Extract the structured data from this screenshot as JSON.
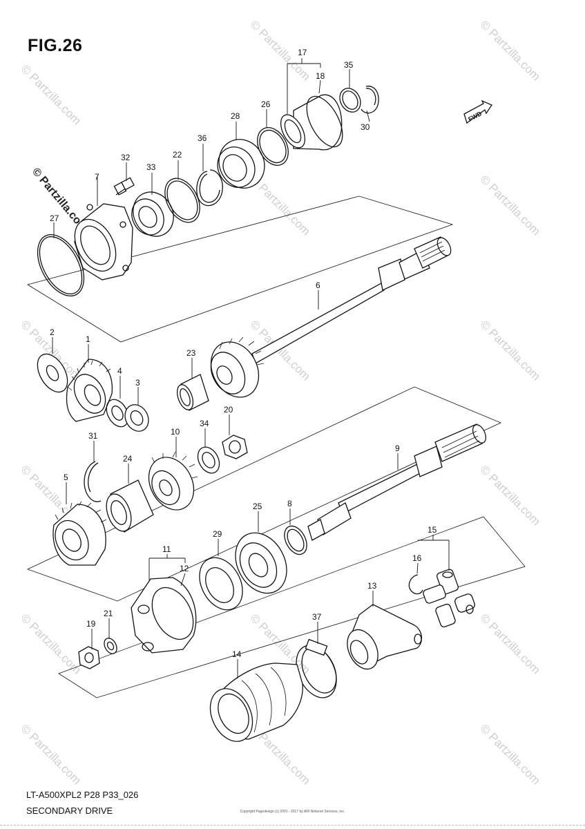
{
  "figure": {
    "title": "FIG.26",
    "model_code": "LT-A500XPL2 P28 P33_026",
    "section_title": "SECONDARY DRIVE",
    "fwd_label": "FWD",
    "copyright": "Copyright Pagedesign (c) 2001 - 2017 by ARI Network Services, Inc.",
    "watermark": "© Partzilla.com"
  },
  "callouts": [
    "1",
    "2",
    "3",
    "4",
    "5",
    "6",
    "7",
    "8",
    "9",
    "10",
    "11",
    "12",
    "13",
    "14",
    "15",
    "16",
    "17",
    "18",
    "19",
    "20",
    "21",
    "22",
    "23",
    "24",
    "25",
    "26",
    "27",
    "28",
    "29",
    "30",
    "31",
    "32",
    "33",
    "34",
    "35",
    "36",
    "37"
  ]
}
